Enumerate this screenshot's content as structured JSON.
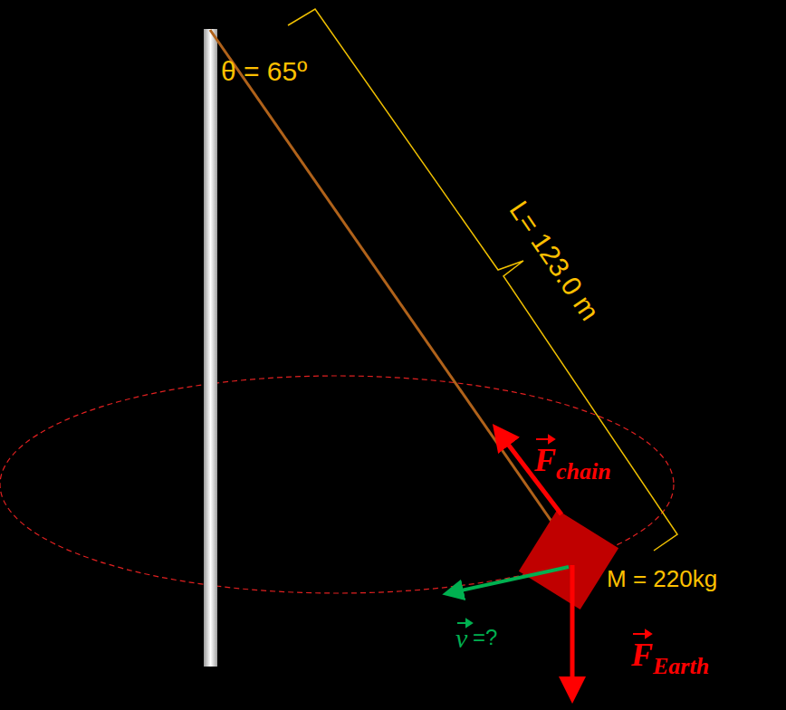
{
  "diagram": {
    "labels": [
      "θ = 65º",
      "L= 123.0 m",
      "M = 220kg",
      "F",
      "chain",
      "F",
      "Earth",
      "v",
      "=?"
    ]
  }
}
